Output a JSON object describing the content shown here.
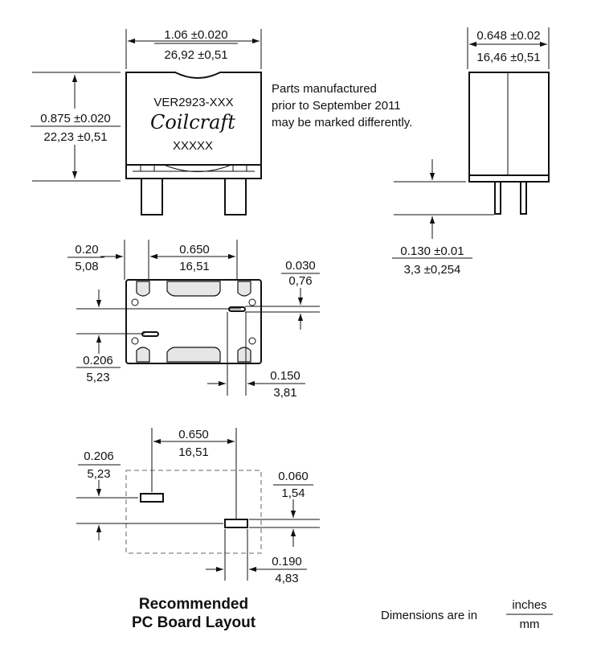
{
  "part": {
    "line1": "VER2923-XXX",
    "logo": "Coilcraft",
    "line3": "XXXXX"
  },
  "note": {
    "line1": "Parts manufactured",
    "line2": "prior to September 2011",
    "line3": "may be marked differently."
  },
  "dims": {
    "width": {
      "in": "1.06 ±0.020",
      "mm": "26,92 ±0,51"
    },
    "height": {
      "in": "0.875 ±0.020",
      "mm": "22,23 ±0,51"
    },
    "depth": {
      "in": "0.648 ±0.02",
      "mm": "16,46 ±0,51"
    },
    "pin_length": {
      "in": "0.130 ±0.01",
      "mm": "3,3 ±0,254"
    },
    "bottom_left_offset": {
      "in": "0.20",
      "mm": "5,08"
    },
    "bottom_pitch": {
      "in": "0.650",
      "mm": "16,51"
    },
    "bottom_slot": {
      "in": "0.030",
      "mm": "0,76"
    },
    "bottom_vertical": {
      "in": "0.206",
      "mm": "5,23"
    },
    "bottom_slot_len": {
      "in": "0.150",
      "mm": "3,81"
    },
    "pcb_pitch": {
      "in": "0.650",
      "mm": "16,51"
    },
    "pcb_vertical": {
      "in": "0.206",
      "mm": "5,23"
    },
    "pcb_pad_h": {
      "in": "0.060",
      "mm": "1,54"
    },
    "pcb_pad_w": {
      "in": "0.190",
      "mm": "4,83"
    }
  },
  "caption": {
    "line1": "Recommended",
    "line2": "PC Board Layout"
  },
  "units": {
    "label": "Dimensions are in",
    "top": "inches",
    "bottom": "mm"
  }
}
